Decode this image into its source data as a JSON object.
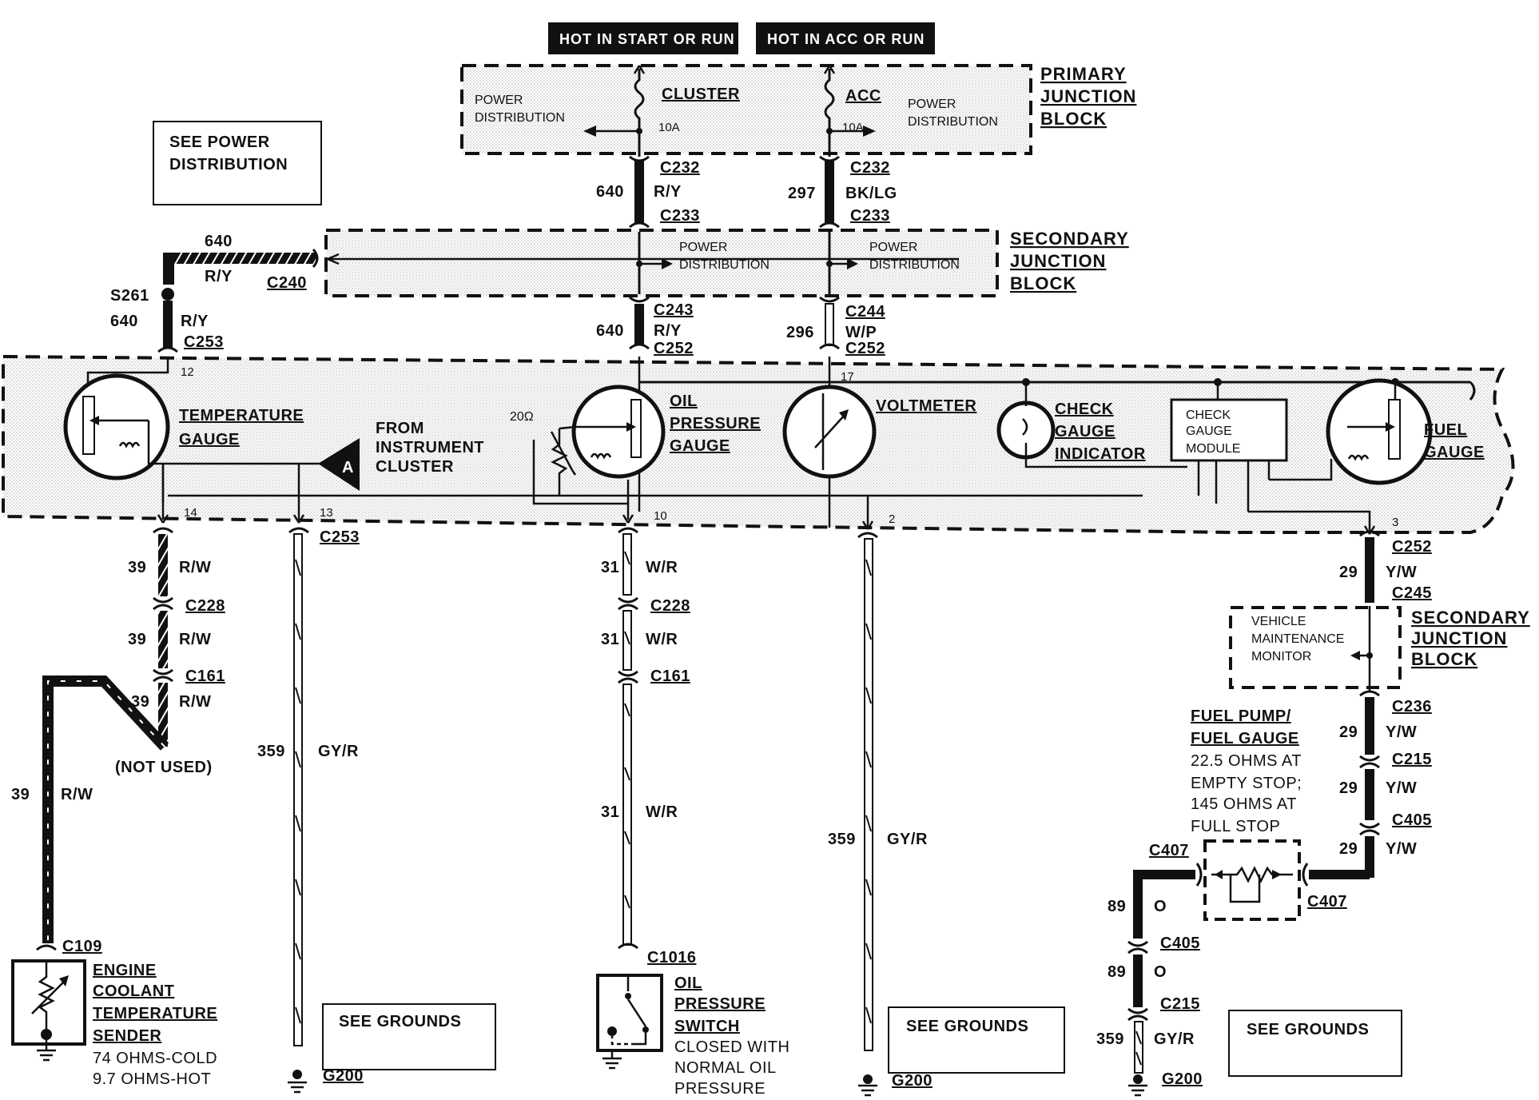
{
  "headers": {
    "hot_start_run": "HOT IN START OR RUN",
    "hot_acc_run": "HOT IN ACC OR RUN"
  },
  "primary_junction_block": {
    "title": [
      "PRIMARY",
      "JUNCTION",
      "BLOCK"
    ],
    "left_power_distribution": [
      "POWER",
      "DISTRIBUTION"
    ],
    "right_power_distribution": [
      "POWER",
      "DISTRIBUTION"
    ],
    "fuse_cluster_name": "CLUSTER",
    "fuse_cluster_rating": "10A",
    "fuse_acc_name": "ACC",
    "fuse_acc_rating": "10A"
  },
  "secondary_junction_block_top": {
    "title": [
      "SECONDARY",
      "JUNCTION",
      "BLOCK"
    ],
    "left_power_distribution": [
      "POWER",
      "DISTRIBUTION"
    ],
    "right_power_distribution": [
      "POWER",
      "DISTRIBUTION"
    ]
  },
  "see_power_distribution": [
    "SEE POWER",
    "DISTRIBUTION"
  ],
  "wires": {
    "c232_left": "C232",
    "c232_right": "C232",
    "w640_top": "640",
    "ry_top": "R/Y",
    "c233_left": "C233",
    "w297": "297",
    "bklg": "BK/LG",
    "c233_right": "C233",
    "w640_left_top": "640",
    "ry_left_top": "R/Y",
    "c240": "C240",
    "s261": "S261",
    "w640_s261": "640",
    "ry_s261": "R/Y",
    "c253_top": "C253",
    "w640_mid": "640",
    "c243": "C243",
    "ry_mid": "R/Y",
    "c252_mid": "C252",
    "w296": "296",
    "c244": "C244",
    "wp": "W/P",
    "c252_right": "C252"
  },
  "cluster": {
    "pin12": "12",
    "pin14": "14",
    "pin13": "13",
    "pin10": "10",
    "pin2": "2",
    "pin17": "17",
    "pin3": "3",
    "temperature_gauge": [
      "TEMPERATURE",
      "GAUGE"
    ],
    "from_instrument_cluster": [
      "FROM",
      "INSTRUMENT",
      "CLUSTER"
    ],
    "connector_letter": "A",
    "resistor_label": "20Ω",
    "oil_pressure_gauge": [
      "OIL",
      "PRESSURE",
      "GAUGE"
    ],
    "voltmeter": "VOLTMETER",
    "check_gauge_indicator": [
      "CHECK",
      "GAUGE",
      "INDICATOR"
    ],
    "check_gauge_module": [
      "CHECK",
      "GAUGE",
      "MODULE"
    ],
    "fuel_gauge": [
      "FUEL",
      "GAUGE"
    ]
  },
  "left_circuit": {
    "c253": "C253",
    "rows": [
      {
        "num": "39",
        "color": "R/W",
        "conn": "C228"
      },
      {
        "num": "39",
        "color": "R/W",
        "conn": "C161"
      },
      {
        "num": "39",
        "color": "R/W"
      }
    ],
    "not_used": "(NOT USED)",
    "w39_long": "39",
    "rw_long": "R/W",
    "c109": "C109",
    "sender": [
      "ENGINE",
      "COOLANT",
      "TEMPERATURE",
      "SENDER"
    ],
    "sender_spec": [
      "74 OHMS-COLD",
      "9.7 OHMS-HOT"
    ]
  },
  "ground_left": {
    "num": "359",
    "color": "GY/R",
    "g": "G200",
    "see": "SEE GROUNDS"
  },
  "oil_circuit": {
    "rows": [
      {
        "num": "31",
        "color": "W/R",
        "conn": "C228"
      },
      {
        "num": "31",
        "color": "W/R",
        "conn": "C161"
      },
      {
        "num": "31",
        "color": "W/R"
      }
    ],
    "c1016": "C1016",
    "switch": [
      "OIL",
      "PRESSURE",
      "SWITCH"
    ],
    "switch_spec": [
      "CLOSED WITH",
      "NORMAL OIL",
      "PRESSURE"
    ]
  },
  "ground_mid": {
    "num": "359",
    "color": "GY/R",
    "g": "G200",
    "see": "SEE GROUNDS"
  },
  "fuel_circuit": {
    "c252": "C252",
    "w29a": "29",
    "yw_a": "Y/W",
    "c245": "C245",
    "vmm": [
      "VEHICLE",
      "MAINTENANCE",
      "MONITOR"
    ],
    "secondary_block": [
      "SECONDARY",
      "JUNCTION",
      "BLOCK"
    ],
    "c236": "C236",
    "w29b": "29",
    "yw_b": "Y/W",
    "c215": "C215",
    "w29c": "29",
    "yw_c": "Y/W",
    "c405": "C405",
    "w29d": "29",
    "yw_d": "Y/W",
    "fuel_pump": [
      "FUEL PUMP/",
      "FUEL GAUGE"
    ],
    "fuel_spec": [
      "22.5 OHMS AT",
      "EMPTY STOP;",
      "145 OHMS AT",
      "FULL STOP"
    ],
    "c407_left": "C407",
    "c407_right": "C407",
    "w89a": "89",
    "o_a": "O",
    "c405_b": "C405",
    "w89b": "89",
    "o_b": "O",
    "c215_b": "C215",
    "w359": "359",
    "gyr": "GY/R",
    "g200": "G200",
    "see": "SEE GROUNDS"
  }
}
